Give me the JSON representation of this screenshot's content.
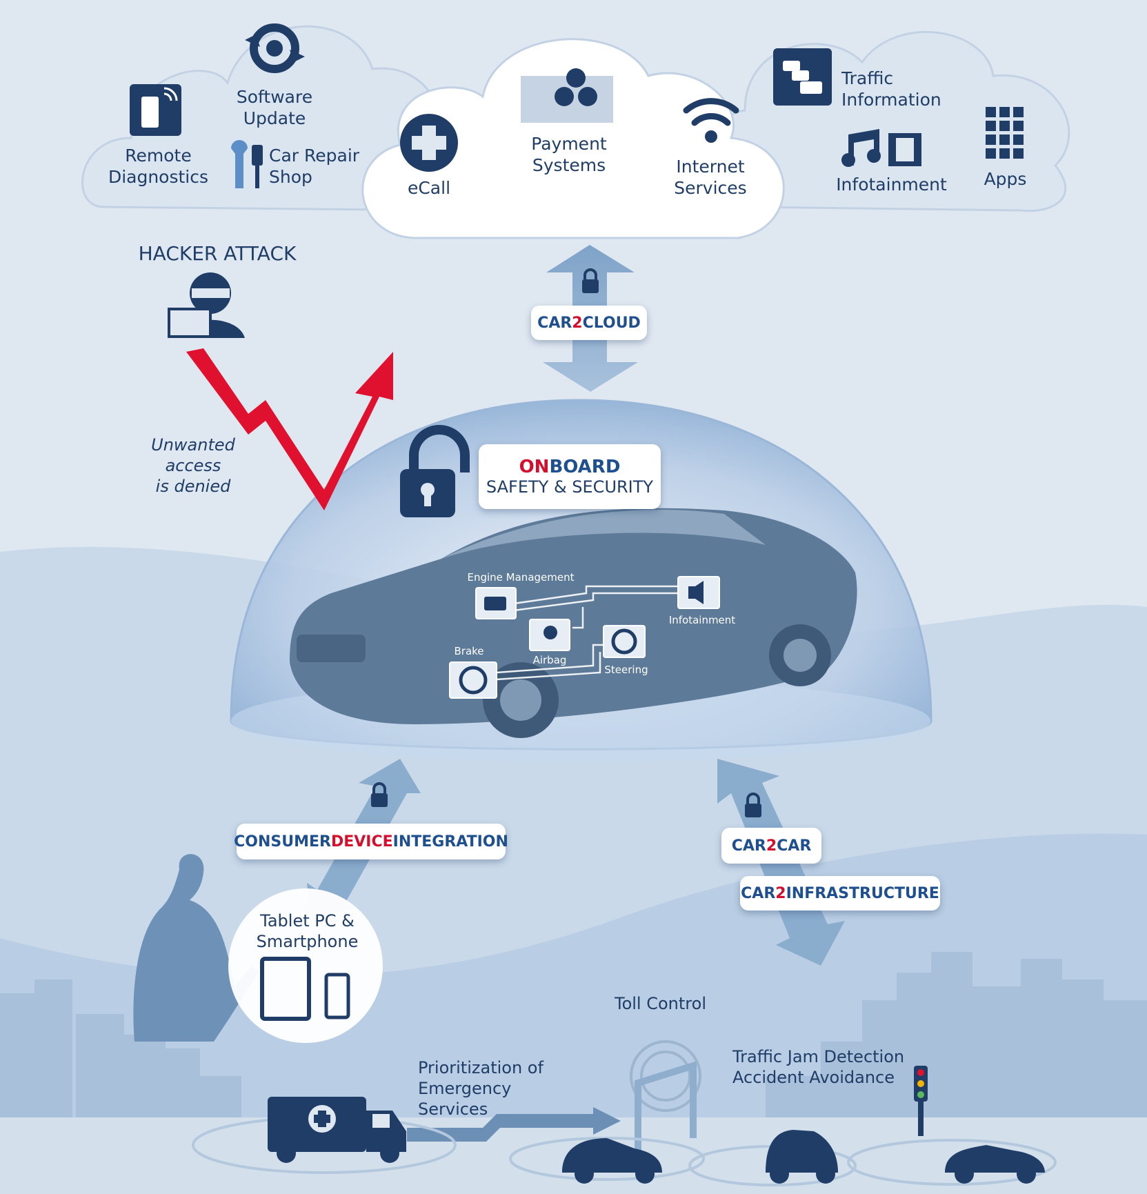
{
  "cloud": {
    "remote_diagnostics": "Remote\nDiagnostics",
    "software_update": "Software\nUpdate",
    "car_repair_shop": "Car Repair\nShop",
    "ecall": "eCall",
    "payment_systems": "Payment\nSystems",
    "internet_services": "Internet\nServices",
    "traffic_information": "Traffic\nInformation",
    "infotainment": "Infotainment",
    "apps": "Apps"
  },
  "hacker": {
    "title": "HACKER ATTACK",
    "denied": "Unwanted access\nis denied"
  },
  "links": {
    "car2cloud": {
      "a": "CAR",
      "b": "2",
      "c": "CLOUD"
    },
    "consumer": {
      "a": "CONSUMER",
      "b": "DEVICE",
      "c": "INTEGRATION"
    },
    "car2car": {
      "a": "CAR",
      "b": "2",
      "c": "CAR"
    },
    "car2infra": {
      "a": "CAR",
      "b": "2",
      "c": "INFRASTRUCTURE"
    }
  },
  "onboard": {
    "on": "ON",
    "board": "BOARD",
    "subtitle": "SAFETY & SECURITY"
  },
  "car_modules": {
    "engine": "Engine Management",
    "infotainment": "Infotainment",
    "airbag": "Airbag",
    "brake": "Brake",
    "steering": "Steering"
  },
  "devices": {
    "tablet": "Tablet PC &\nSmartphone"
  },
  "bottom": {
    "toll_control": "Toll Control",
    "emergency": "Prioritization of\nEmergency Services",
    "traffic_jam": "Traffic Jam Detection\nAccident Avoidance"
  },
  "colors": {
    "navy": "#1f3d66",
    "accent_red": "#d40f2e",
    "link_blue": "#1e4f8f"
  }
}
